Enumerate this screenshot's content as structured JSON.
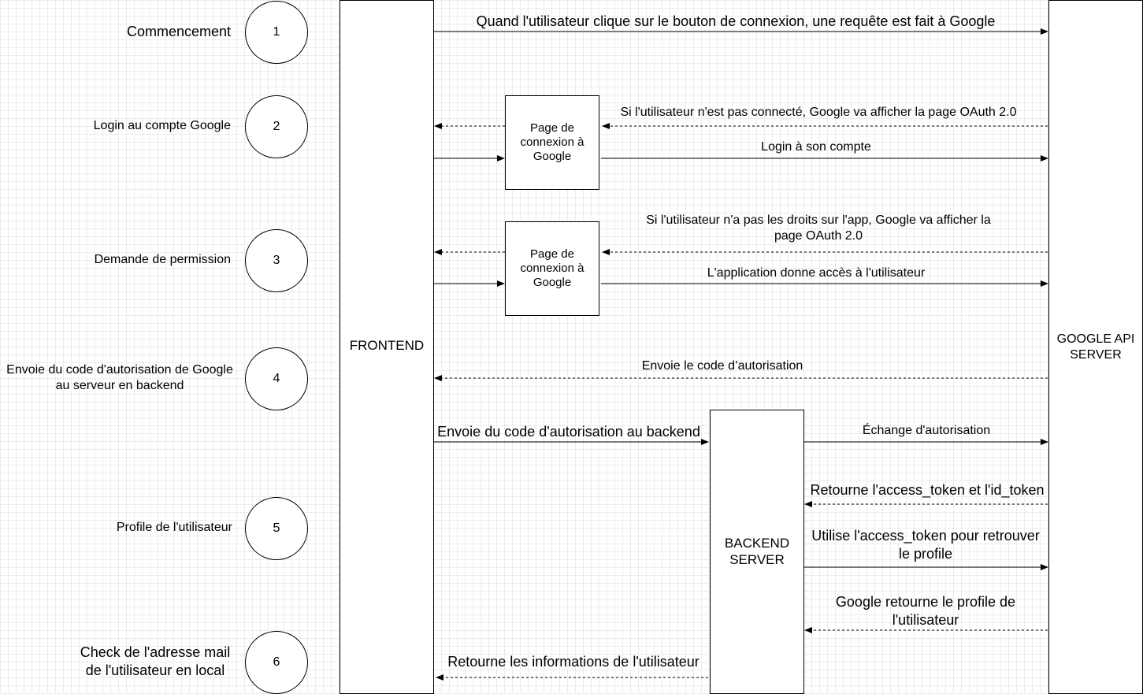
{
  "steps": [
    {
      "num": "1",
      "label": "Commencement"
    },
    {
      "num": "2",
      "label": "Login au compte Google"
    },
    {
      "num": "3",
      "label": "Demande de permission"
    },
    {
      "num": "4",
      "label": "Envoie du code d'autorisation de Google au serveur en backend"
    },
    {
      "num": "5",
      "label": "Profile de l'utilisateur"
    },
    {
      "num": "6",
      "label": "Check de l'adresse mail de l'utilisateur en local"
    }
  ],
  "nodes": {
    "frontend": "FRONTEND",
    "google_api": "GOOGLE API SERVER",
    "backend": "BACKEND SERVER",
    "oauth_page_1": "Page de connexion à Google",
    "oauth_page_2": "Page de connexion à Google"
  },
  "messages": {
    "m1": "Quand l'utilisateur clique sur le bouton de connexion, une requête est fait à Google",
    "m2": "Si l'utilisateur n'est pas connecté, Google va afficher la page OAuth 2.0",
    "m3": "Login à son compte",
    "m4": "Si l'utilisateur n'a pas les droits sur l'app, Google va afficher la page OAuth 2.0",
    "m5": "L'application donne accès à l'utilisateur",
    "m6": "Envoie le code d’autorisation",
    "m7": "Envoie du code d'autorisation au backend",
    "m8": "Échange d'autorisation",
    "m9": "Retourne l'access_token et l'id_token",
    "m10": "Utilise l'access_token pour retrouver le profile",
    "m11": "Google retourne le profile de l'utilisateur",
    "m12": "Retourne les informations de l'utilisateur"
  }
}
